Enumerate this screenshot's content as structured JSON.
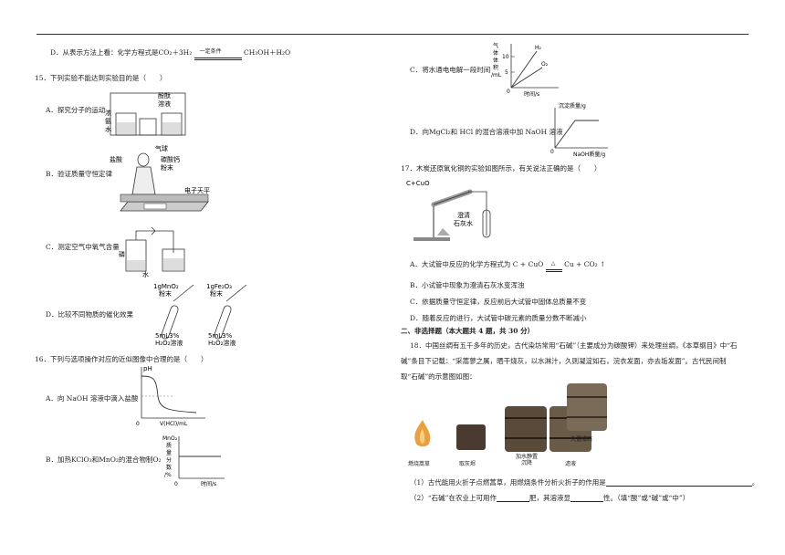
{
  "left": {
    "q_d_prev": "D．从表示方法上看：化学方程式是CO₂＋3H₂",
    "q_d_prev_cond": "一定条件",
    "q_d_prev_tail": "CH₃OH＋H₂O",
    "q15": {
      "stem": "15．下列实验不能达到实验目的是（　　）",
      "A": "A．探究分子的运动",
      "A_lbl1": "浓",
      "A_lbl2": "氨",
      "A_lbl3": "水",
      "A_lbl4": "酚酞",
      "A_lbl5": "溶液",
      "B": "B．验证质量守恒定律",
      "B_lbl_balloon": "气球",
      "B_lbl_acid": "盐酸",
      "B_lbl_caco3": "碳酸钙",
      "B_lbl_powder": "粉末",
      "B_lbl_scale": "电子天平",
      "C": "C．测定空气中氧气含量",
      "C_lbl_p": "磷",
      "C_lbl_water": "水",
      "D": "D．比较不同物质的催化效果",
      "D_lbl1": "1gMnO₂",
      "D_lbl1b": "粉末",
      "D_lbl2": "1gFe₂O₃",
      "D_lbl2b": "粉末",
      "D_lbl3": "5mL3%",
      "D_lbl3b": "H₂O₂溶液",
      "D_lbl4": "5mL3%",
      "D_lbl4b": "H₂O₂溶液"
    },
    "q16": {
      "stem": "16．下列与选项操作对应的近似图像中合理的是（　　）",
      "A": "A．向 NaOH 溶液中滴入盐酸",
      "A_y": "pH",
      "A_x": "V(HCl)/mL",
      "A_zero": "0",
      "B": "B．加热KClO₃和MnO₂的混合物制O₂",
      "B_y1": "MnO₂",
      "B_y2": "质",
      "B_y3": "量",
      "B_y4": "分",
      "B_y5": "数",
      "B_y6": "/%",
      "B_x": "时间/s",
      "B_zero": "0"
    }
  },
  "right": {
    "qC": "C．将水通电电解一段时间",
    "qC_y1": "气",
    "qC_y2": "体",
    "qC_y3": "体",
    "qC_y4": "积",
    "qC_y5": "/mL",
    "qC_t10": "10",
    "qC_t5": "5",
    "qC_t0": "0",
    "qC_h2": "H₂",
    "qC_o2": "O₂",
    "qC_x": "时间/s",
    "qD": "D．向MgCl₂和 HCl 的混合溶液中加 NaOH 溶液",
    "qD_y": "沉淀质量/g",
    "qD_x": "NaOH质量/g",
    "qD_zero": "0",
    "q17": {
      "stem": "17．木炭还原氧化铜的实验如图所示，有关说法正确的是（　　）",
      "fig_lbl1": "C+CuO",
      "fig_lbl2": "澄清",
      "fig_lbl3": "石灰水",
      "A_pre": "A．大试管中反应的化学方程式为 C + CuO",
      "A_delta": "△",
      "A_post": "Cu + CO₂ ↑",
      "B": "B．小试管中现象为澄清石灰水变浑浊",
      "C": "C．依据质量守恒定律，反应前后大试管中固体总质量不变",
      "D": "D．随着反应的进行，大试管中碳元素的质量分数不断减小"
    },
    "sec2": "二、非选择题（本大题共 4 题，共 30 分）",
    "q18": {
      "p1": "18．中国丝绸有五千多年的历史，古代染坊常用“石碱”（主要成分为碳酸钾）来处理丝绸，《本草纲目》中“石",
      "p2": "碱”条目下记载：“采蒿蓼之属，晒干烧灰，以水淋汁，久则凝淀如石，浣衣发面，亦去垢发面”。古代民间制",
      "p3": "取“石碱”的示意图如图：",
      "img1": "燃烧蒿草",
      "img2": "取灰烬",
      "img3": "加水静置沉降",
      "img4": "滤液",
      "img5": "久置成石",
      "sub1": "（1）古代能用火折子点燃蒿草，用燃烧条件分析火折子的作用是",
      "sub1_end": "。",
      "sub2a": "（2）“石碱”在农业上可用作",
      "sub2b": "肥，其溶液显",
      "sub2c": "性。（填“酸”或“碱”或“中”）"
    }
  }
}
